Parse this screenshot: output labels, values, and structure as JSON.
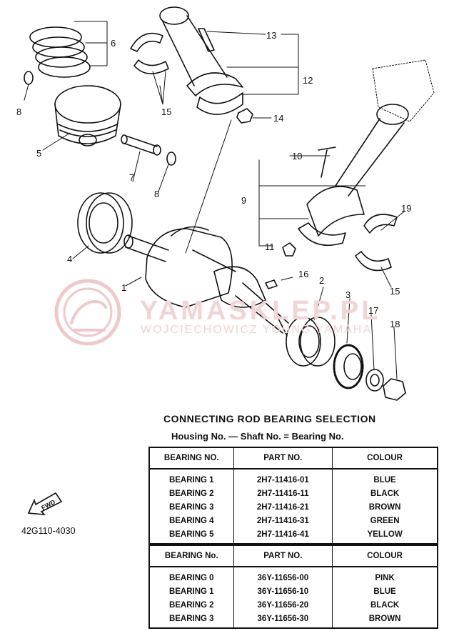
{
  "callouts": [
    {
      "id": "c13",
      "label": "13"
    },
    {
      "id": "c6",
      "label": "6"
    },
    {
      "id": "c12",
      "label": "12"
    },
    {
      "id": "c8a",
      "label": "8"
    },
    {
      "id": "c15a",
      "label": "15"
    },
    {
      "id": "c14",
      "label": "14"
    },
    {
      "id": "c5",
      "label": "5"
    },
    {
      "id": "c10",
      "label": "10"
    },
    {
      "id": "c7",
      "label": "7"
    },
    {
      "id": "c8b",
      "label": "8"
    },
    {
      "id": "c9",
      "label": "9"
    },
    {
      "id": "c19",
      "label": "19"
    },
    {
      "id": "c4",
      "label": "4"
    },
    {
      "id": "c11",
      "label": "11"
    },
    {
      "id": "c16",
      "label": "16"
    },
    {
      "id": "c1",
      "label": "1"
    },
    {
      "id": "c2",
      "label": "2"
    },
    {
      "id": "c15b",
      "label": "15"
    },
    {
      "id": "c3",
      "label": "3"
    },
    {
      "id": "c17",
      "label": "17"
    },
    {
      "id": "c18",
      "label": "18"
    }
  ],
  "watermark": {
    "title": "YAMASKLEP.PL",
    "subtitle": "WOJCIECHOWICZ YOUNG YAMAHA"
  },
  "selection": {
    "title": "CONNECTING ROD BEARING SELECTION",
    "formula": "Housing No. — Shaft No. = Bearing No."
  },
  "table1": {
    "headers": [
      "BEARING NO.",
      "PART NO.",
      "COLOUR"
    ],
    "rows": [
      [
        "BEARING 1",
        "2H7-11416-01",
        "BLUE"
      ],
      [
        "BEARING 2",
        "2H7-11416-11",
        "BLACK"
      ],
      [
        "BEARING 3",
        "2H7-11416-21",
        "BROWN"
      ],
      [
        "BEARING 4",
        "2H7-11416-31",
        "GREEN"
      ],
      [
        "BEARING 5",
        "2H7-11416-41",
        "YELLOW"
      ]
    ]
  },
  "table2": {
    "headers": [
      "BEARING No.",
      "PART NO.",
      "COLOUR"
    ],
    "rows": [
      [
        "BEARING 0",
        "36Y-11656-00",
        "PINK"
      ],
      [
        "BEARING 1",
        "36Y-11656-10",
        "BLUE"
      ],
      [
        "BEARING 2",
        "36Y-11656-20",
        "BLACK"
      ],
      [
        "BEARING 3",
        "36Y-11656-30",
        "BROWN"
      ]
    ]
  },
  "fwd_label": "FWD",
  "ref_code": "42G110-4030",
  "colors": {
    "ink": "#111111",
    "watermark": "#f3d3d3"
  }
}
